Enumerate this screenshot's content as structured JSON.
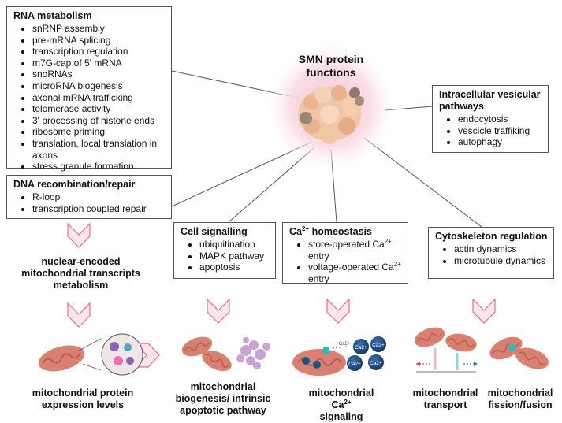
{
  "center": {
    "title": "SMN protein functions"
  },
  "boxes": {
    "rna": {
      "title": "RNA metabolism",
      "items": [
        "snRNP assembly",
        "pre-mRNA splicing",
        "transcription regulation",
        "m7G-cap of 5' mRNA",
        "snoRNAs",
        "microRNA biogenesis",
        "axonal mRNA trafficking",
        "telomerase activity",
        "3' processing of histone ends",
        "ribosome priming",
        "translation, local translation in axons",
        "stress granule formation"
      ]
    },
    "dna": {
      "title": "DNA recombination/repair",
      "items": [
        "R-loop",
        "transcription coupled repair"
      ]
    },
    "cell_signalling": {
      "title": "Cell signalling",
      "items": [
        "ubiquitination",
        "MAPK pathway",
        "apoptosis"
      ]
    },
    "ca": {
      "title_pre": "Ca",
      "title_sup": "2+",
      "title_post": " homeostasis",
      "item1_pre": "store-operated Ca",
      "item1_sup": "2+",
      "item1_post": " entry",
      "item2_pre": "voltage-operated Ca",
      "item2_sup": "2+",
      "item2_post": " entry"
    },
    "cytoskeleton": {
      "title": "Cytoskeleton regulation",
      "items": [
        "actin dynamics",
        "microtubule dynamics"
      ]
    },
    "vesicular": {
      "title": "Intracellular vesicular pathways",
      "items": [
        "endocytosis",
        "vescicle traffiking",
        "autophagy"
      ]
    }
  },
  "mid_label": "nuclear-encoded mitochondrial transcripts metabolism",
  "bottom_labels": {
    "protein_expression": "mitochondrial protein expression levels",
    "biogenesis": "mitochondrial biogenesis/ intrinsic apoptotic pathway",
    "ca_signaling_pre": "mitochondrial Ca",
    "ca_signaling_sup": "2+",
    "ca_signaling_post": "signaling",
    "transport": "mitochondrial transport",
    "fission": "mitochondrial fission/fusion"
  },
  "ion_labels": [
    "Ca2+",
    "Ca2+",
    "Ca2+",
    "Ca2+",
    "Ca2+"
  ],
  "colors": {
    "halo": "#f7c6d6",
    "chevron_fill": "#fbe6ee",
    "chevron_stroke": "#e36d95",
    "mito_outer": "#d98070",
    "mito_inner": "#b85e51",
    "protein": "#f0c7a6",
    "ion": "#1e4f87"
  }
}
